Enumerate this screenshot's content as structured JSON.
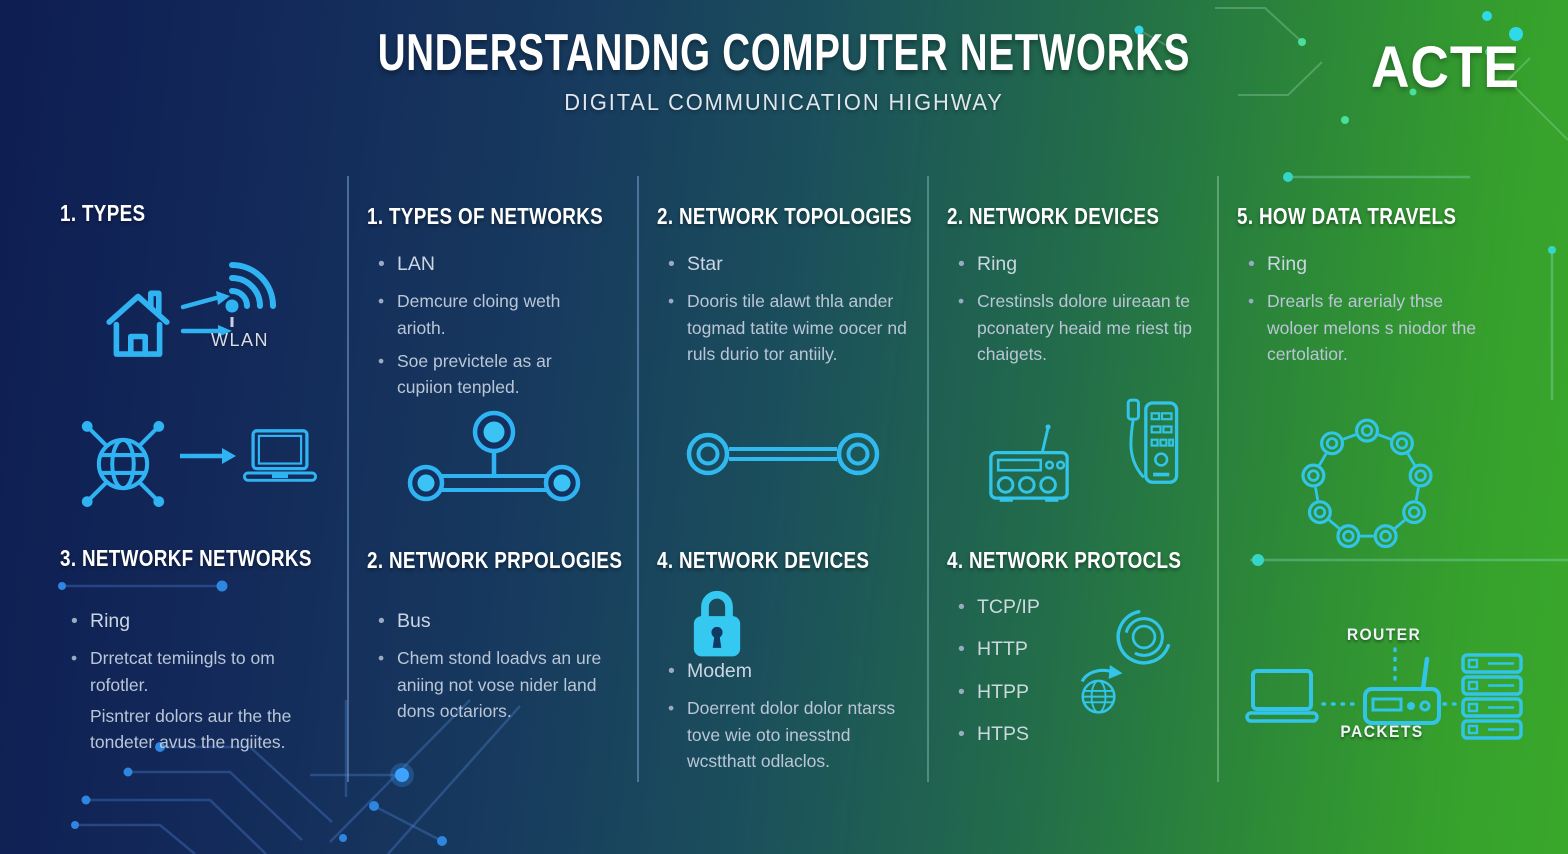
{
  "header": {
    "title": "UNDERSTANDNG COMPUTER NETWORKS",
    "subtitle": "DIGITAL COMMUNICATION HIGHWAY",
    "logo_text": "ACTE"
  },
  "columns": {
    "c1": {
      "s1": {
        "title": "1. TYPES",
        "wlan_label": "WLAN"
      },
      "s2": {
        "title": "3. NETWORKF NETWORKS",
        "bullets": [
          "Ring",
          "Drretcat temiingls to om rofotler."
        ],
        "continuation": "Pisntrer dolors aur the the tondeter avus the ngiites."
      }
    },
    "c2": {
      "s1": {
        "title": "1. TYPES OF NETWORKS",
        "bullets": [
          "LAN",
          "Demcure cloing weth arioth.",
          "Soe previctele as ar cupiion tenpled."
        ]
      },
      "s2": {
        "title": "2. NETWORK PRPOLOGIES",
        "bullets": [
          "Bus",
          "Chem stond loadvs an ure aniing not vose nider land dons octariors."
        ]
      }
    },
    "c3": {
      "s1": {
        "title": "2. NETWORK TOPOLOGIES",
        "bullets": [
          "Star",
          "Dooris tile alawt thla ander togmad tatite wime oocer nd ruls durio tor antiily."
        ]
      },
      "s2": {
        "title": "4. NETWORK DEVICES",
        "bullets": [
          "Modem",
          "Doerrent dolor dolor ntarss tove wie oto inesstnd wcstthatt odlaclos."
        ]
      }
    },
    "c4": {
      "s1": {
        "title": "2. NETWORK DEVICES",
        "bullets": [
          "Ring",
          "Crestinsls dolore uireaan te pconatery heaid me riest tip chaigets."
        ]
      },
      "s2": {
        "title": "4. NETWORK PROTOCLS",
        "bullets": [
          "TCP/IP",
          "HTTP",
          "HTPP",
          "HTPS"
        ]
      }
    },
    "c5": {
      "s1": {
        "title": "5. HOW DATA TRAVELS",
        "bullets": [
          "Ring",
          "Drearls fe arerialy thse woloer melons s niodor the certolatior."
        ]
      },
      "diagram": {
        "router_label": "ROUTER",
        "packets_label": "PACKETS"
      }
    }
  },
  "icons": {
    "c1": [
      "house-icon",
      "arrow-right-icon",
      "wifi-icon",
      "globe-network-icon",
      "laptop-icon"
    ],
    "c2": [
      "bus-topology-icon"
    ],
    "c3": [
      "point-to-point-icon",
      "lock-icon"
    ],
    "c4": [
      "radio-modem-icon",
      "network-tester-icon",
      "loading-arcs-icon",
      "globe-sync-icon"
    ],
    "c5": [
      "ring-topology-icon",
      "laptop-icon",
      "router-icon",
      "server-stack-icon"
    ]
  },
  "colors": {
    "background_left": "#0e1d52",
    "background_right": "#3aa82b",
    "icon_blue": "#2fb3f2",
    "icon_teal": "#33c4ea",
    "heading_text": "#ffffff",
    "body_text": "#bac6d6"
  }
}
